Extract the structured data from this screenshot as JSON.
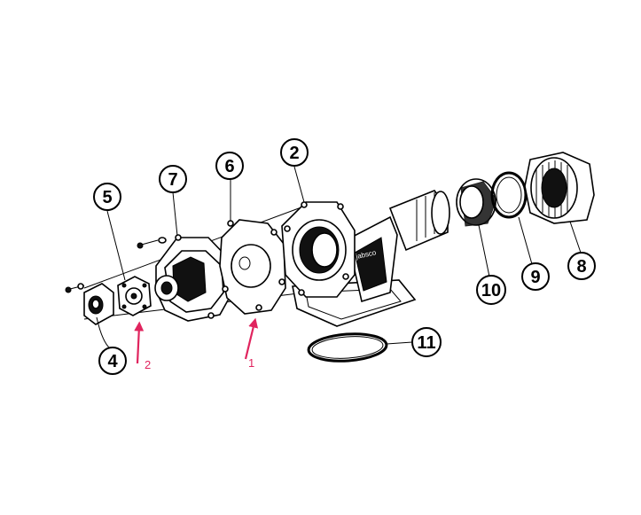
{
  "callouts": [
    {
      "label": "2"
    },
    {
      "label": "4"
    },
    {
      "label": "5"
    },
    {
      "label": "6"
    },
    {
      "label": "7"
    },
    {
      "label": "8"
    },
    {
      "label": "9"
    },
    {
      "label": "10"
    },
    {
      "label": "11"
    }
  ],
  "arrows": [
    {
      "label": "1",
      "color": "#e0245e"
    },
    {
      "label": "2",
      "color": "#e0245e"
    }
  ],
  "body_marking": "jabsco"
}
